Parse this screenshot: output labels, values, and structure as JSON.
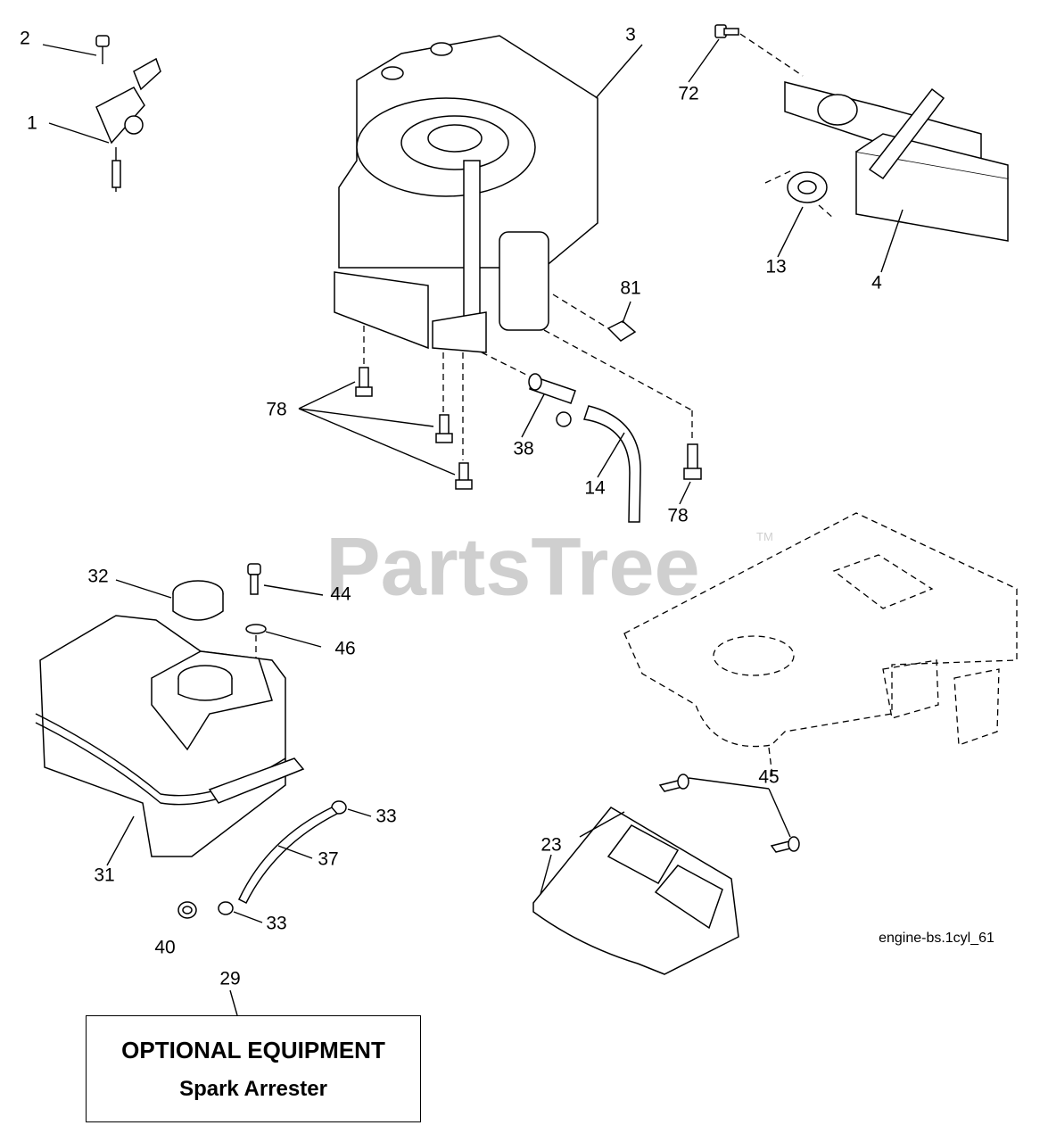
{
  "watermark": {
    "brand": "PartsTree",
    "trademark": "TM"
  },
  "diagram_ref": "engine-bs.1cyl_61",
  "callouts": {
    "c1": "1",
    "c2": "2",
    "c3": "3",
    "c4": "4",
    "c13": "13",
    "c14": "14",
    "c23": "23",
    "c29": "29",
    "c31": "31",
    "c32": "32",
    "c33a": "33",
    "c33b": "33",
    "c37": "37",
    "c38": "38",
    "c40": "40",
    "c44": "44",
    "c45": "45",
    "c46": "46",
    "c72": "72",
    "c78a": "78",
    "c78b": "78",
    "c81": "81"
  },
  "optional_box": {
    "heading": "OPTIONAL EQUIPMENT",
    "item": "Spark Arrester"
  }
}
